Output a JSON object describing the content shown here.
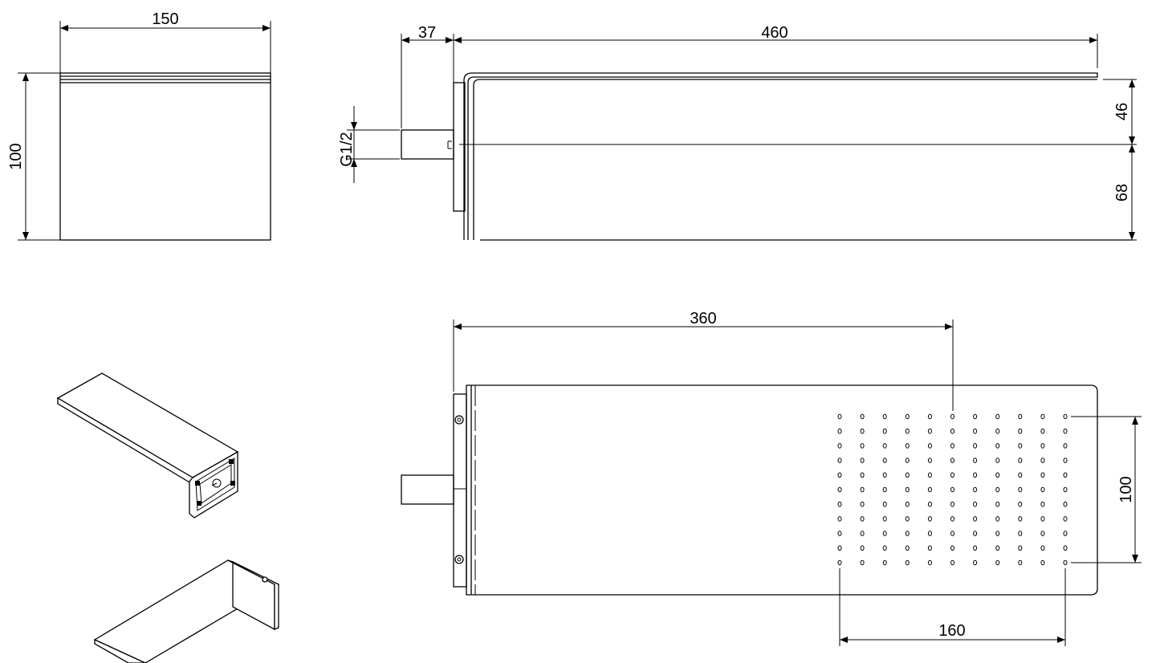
{
  "diagram": {
    "background": "#ffffff",
    "line_color": "#000000",
    "dimensions": {
      "front_width": "150",
      "front_height": "100",
      "inlet_depth": "37",
      "spout_length": "460",
      "thread": "G1/2",
      "upper_height": "46",
      "lower_height": "68",
      "outlet_offset": "360",
      "hole_span_vertical": "100",
      "hole_span_horizontal": "160"
    },
    "hole_grid": {
      "columns": 11,
      "rows": 11
    }
  }
}
